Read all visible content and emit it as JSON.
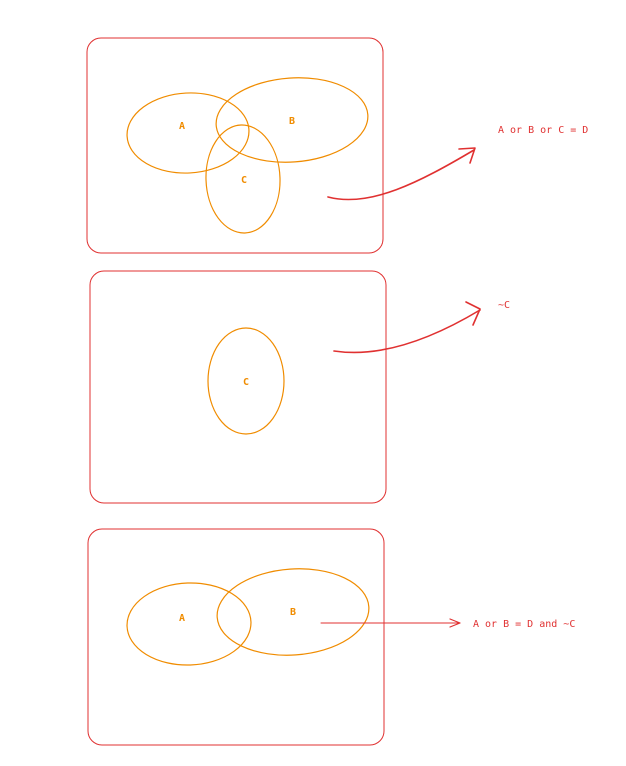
{
  "colors": {
    "frame": "#e03131",
    "set_outline": "#f08c00",
    "set_text": "#f08c00",
    "arrow": "#e03131",
    "note_text": "#e03131"
  },
  "panels": [
    {
      "sets": [
        "A",
        "B",
        "C"
      ],
      "result": "A or B or C = D"
    },
    {
      "sets": [
        "C"
      ],
      "result": "~C"
    },
    {
      "sets": [
        "A",
        "B"
      ],
      "result": "A or B = D and ~C"
    }
  ]
}
